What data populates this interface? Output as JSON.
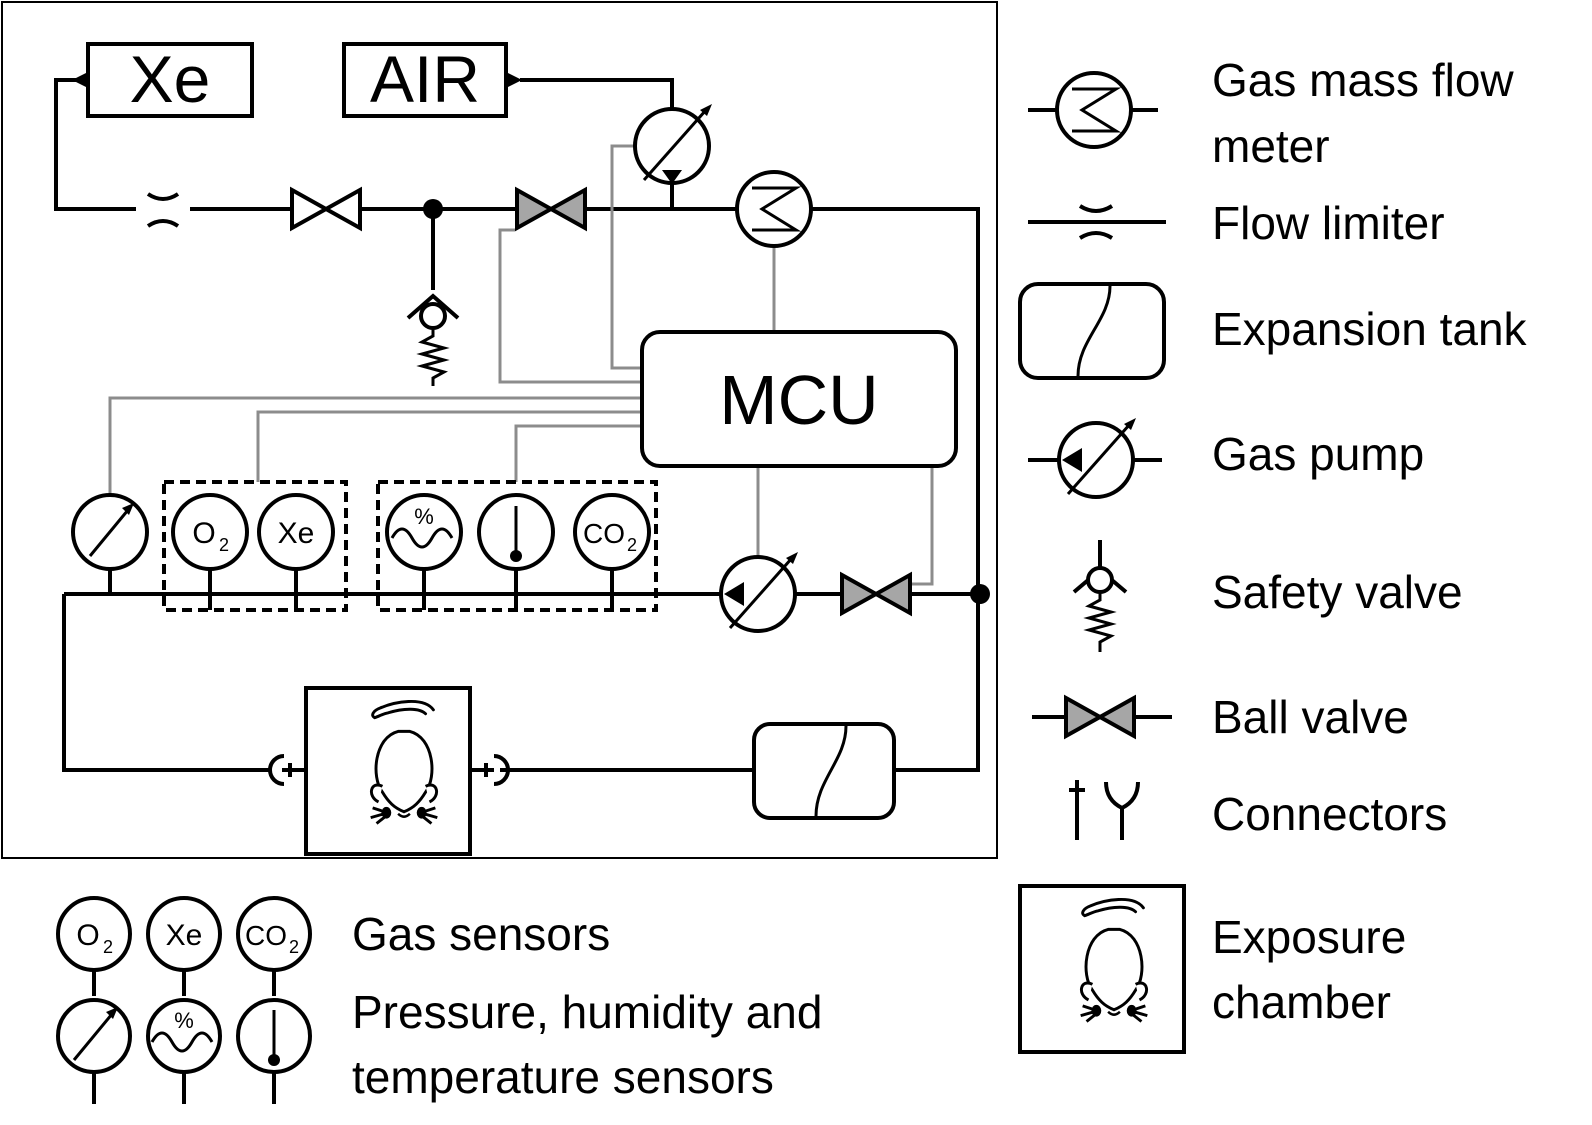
{
  "diagram": {
    "boxes": {
      "xe": "Xe",
      "air": "AIR",
      "mcu": "MCU"
    },
    "sensors": {
      "o2": "O",
      "o2_sub": "2",
      "xe": "Xe",
      "co2": "CO",
      "co2_sub": "2",
      "humidity": "%"
    }
  },
  "legend": {
    "gas_mass_flow_meter": [
      "Gas mass flow",
      "meter"
    ],
    "flow_limiter": "Flow limiter",
    "expansion_tank": "Expansion tank",
    "gas_pump": "Gas pump",
    "safety_valve": "Safety valve",
    "ball_valve": "Ball valve",
    "connectors": "Connectors",
    "exposure_chamber": [
      "Exposure",
      "chamber"
    ],
    "gas_sensors": "Gas sensors",
    "other_sensors": [
      "Pressure, humidity and",
      "temperature sensors"
    ]
  },
  "colors": {
    "line": "#000000",
    "signal": "#8c8c8c",
    "valve_fill": "#a6a6a6"
  }
}
